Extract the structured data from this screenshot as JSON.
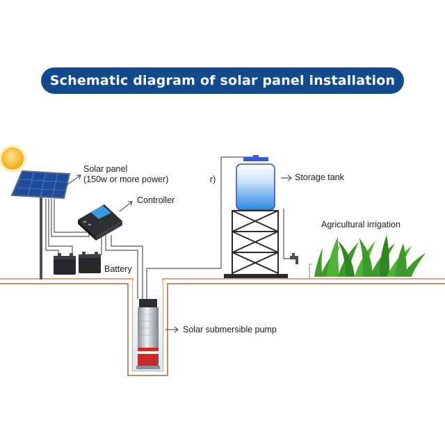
{
  "title": "Schematic diagram of solar panel installation",
  "labels": {
    "solar_panel": "Solar panel",
    "solar_panel_power": "(150w or more power)",
    "controller": "Controller",
    "battery": "Battery",
    "storage_tank": "Storage tank",
    "agricultural_irrigation": "Agricultural irrigation",
    "pump": "Solar submersible pump",
    "cut_off_fragment": "r)"
  },
  "colors": {
    "title_bg": "#134a8e",
    "title_text": "#ffffff",
    "ground": "#b07a4c",
    "sun": "#f6b81c",
    "panel": "#1f4d9c",
    "tank_water": "#3f95e6",
    "grass": "#3d9b2a"
  },
  "icons": [
    "sun-icon",
    "solar-panel-icon",
    "controller-icon",
    "battery-icon",
    "storage-tank-icon",
    "water-tap-icon",
    "grass-icon",
    "submersible-pump-icon"
  ]
}
